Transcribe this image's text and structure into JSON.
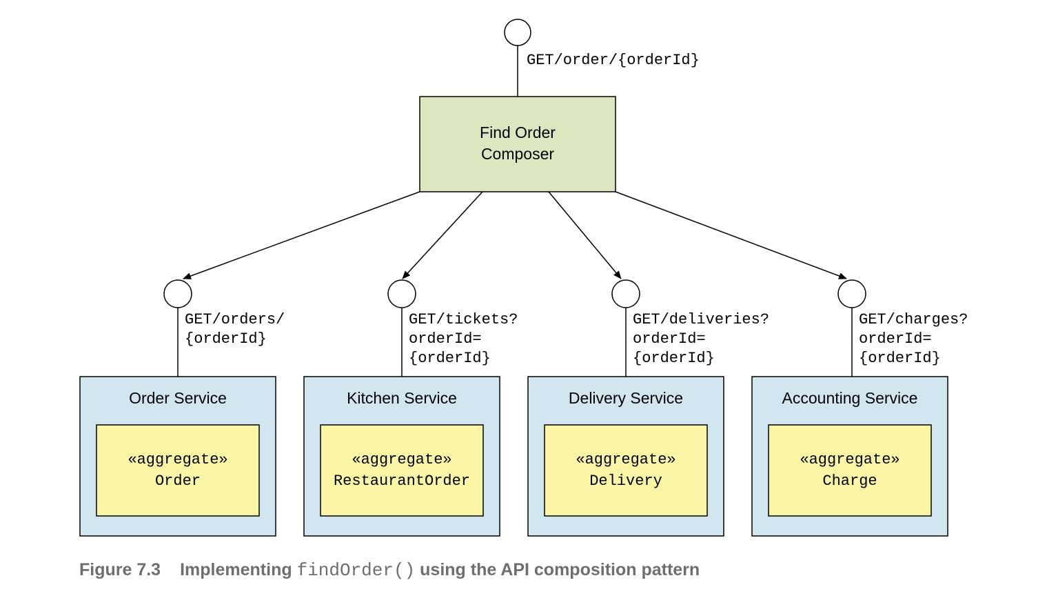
{
  "composer": {
    "endpoint": "GET/order/{orderId}",
    "title_line1": "Find Order",
    "title_line2": "Composer"
  },
  "services": [
    {
      "name": "Order Service",
      "endpoint_lines": [
        "GET/orders/",
        "{orderId}"
      ],
      "stereotype": "«aggregate»",
      "aggregate": "Order"
    },
    {
      "name": "Kitchen Service",
      "endpoint_lines": [
        "GET/tickets?",
        "orderId=",
        "{orderId}"
      ],
      "stereotype": "«aggregate»",
      "aggregate": "RestaurantOrder"
    },
    {
      "name": "Delivery Service",
      "endpoint_lines": [
        "GET/deliveries?",
        "orderId=",
        "{orderId}"
      ],
      "stereotype": "«aggregate»",
      "aggregate": "Delivery"
    },
    {
      "name": "Accounting Service",
      "endpoint_lines": [
        "GET/charges?",
        "orderId=",
        "{orderId}"
      ],
      "stereotype": "«aggregate»",
      "aggregate": "Charge"
    }
  ],
  "caption": {
    "number": "Figure 7.3",
    "text_before": "Implementing ",
    "code": "findOrder()",
    "text_after": " using the API composition pattern"
  },
  "colors": {
    "composer_fill": "#dce6bf",
    "service_fill": "#d2e6ef",
    "aggregate_fill": "#fbf6a6",
    "caption_text": "#6d6e71"
  }
}
